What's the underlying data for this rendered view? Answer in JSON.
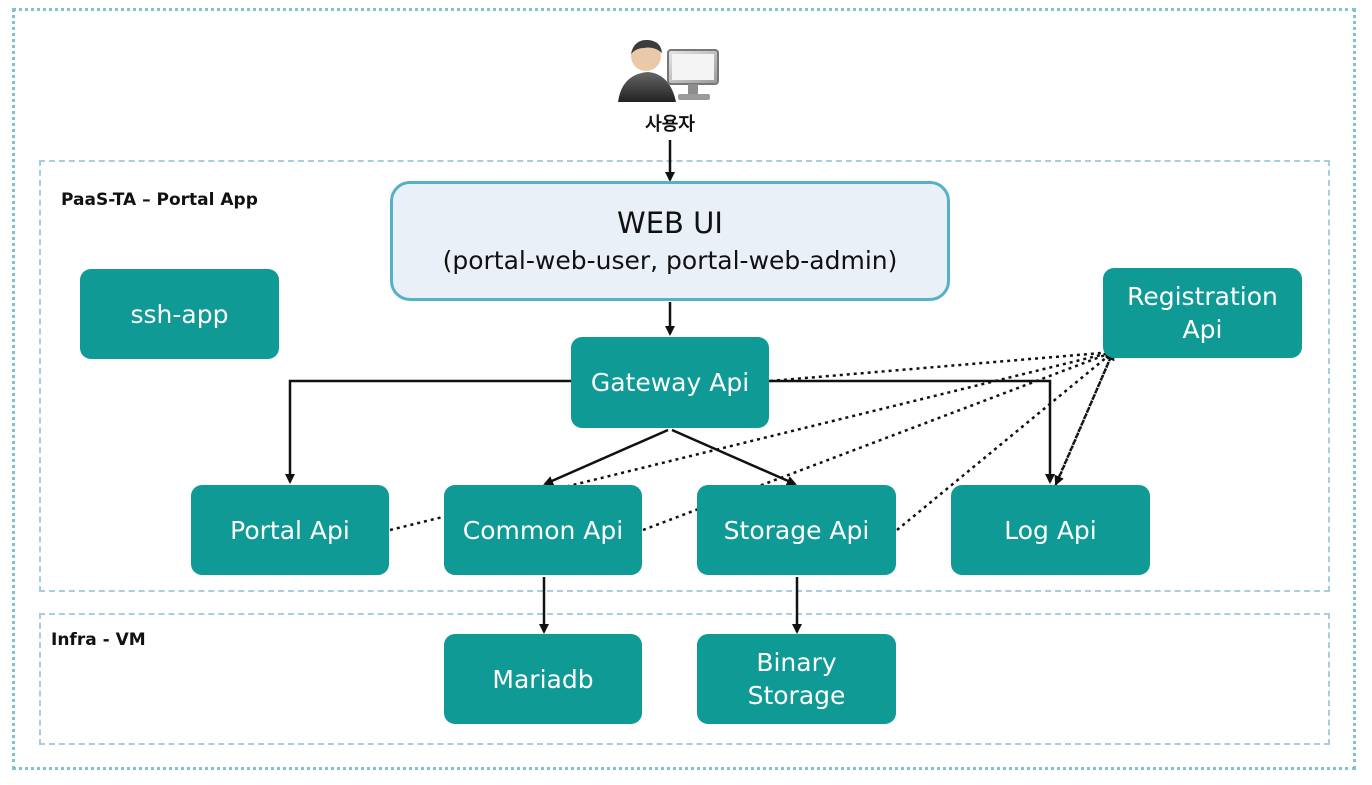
{
  "colors": {
    "node_fill": "#0f9a96",
    "node_text": "#ffffff",
    "webui_fill": "#eaf0f8",
    "webui_border": "#54b1c6",
    "zone_border": "#a9cde0",
    "frame_border": "#7fc4cc",
    "arrow": "#111111"
  },
  "user": {
    "icon": "user-at-computer-icon",
    "label": "사용자"
  },
  "zones": {
    "portal_app": "PaaS-TA – Portal App",
    "infra_vm": "Infra - VM"
  },
  "nodes": {
    "web_ui": {
      "title": "WEB UI",
      "subtitle": "(portal-web-user, portal-web-admin)"
    },
    "ssh_app": "ssh-app",
    "gateway_api": "Gateway Api",
    "registration_api": "Registration\nApi",
    "portal_api": "Portal Api",
    "common_api": "Common Api",
    "storage_api": "Storage Api",
    "log_api": "Log Api",
    "mariadb": "Mariadb",
    "binary_storage": "Binary\nStorage"
  }
}
